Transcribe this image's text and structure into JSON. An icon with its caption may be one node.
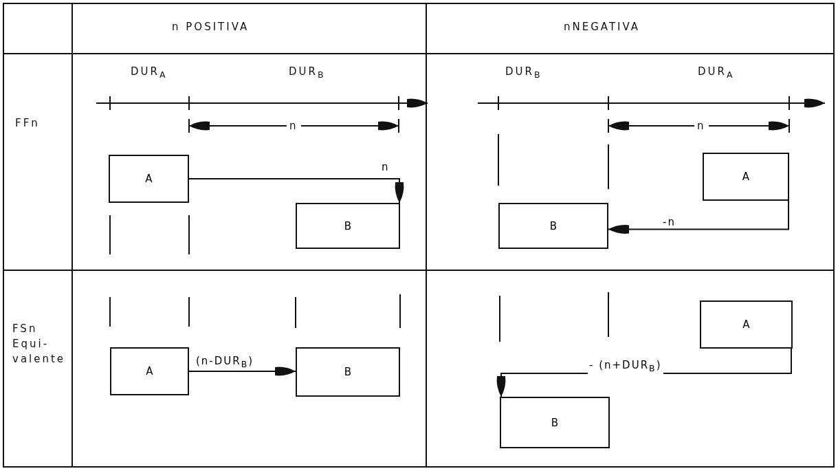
{
  "diagram": {
    "nodes": [
      {
        "text": [
          "A"
        ]
      },
      {
        "text": [
          "B"
        ]
      },
      {
        "text": [
          "A"
        ]
      },
      {
        "text": [
          "B"
        ]
      },
      {
        "text": [
          "A"
        ]
      },
      {
        "text": [
          "B"
        ]
      },
      {
        "text": [
          "A"
        ]
      },
      {
        "text": [
          "B"
        ]
      }
    ],
    "edges": [
      {
        "from": 0,
        "to": 1,
        "arrow": "to",
        "label": "n"
      },
      {
        "from": 2,
        "to": 3,
        "arrow": "to",
        "label": "-n"
      },
      {
        "from": 4,
        "to": 5,
        "arrow": "to",
        "label": "(n-DUR$_{B}$)"
      },
      {
        "from": 6,
        "to": 7,
        "arrow": "to",
        "label": "- (n+DUR$_{B}$)"
      }
    ],
    "labels": [
      "n POSITIVA",
      "nNEGATIVA",
      "FFn",
      "DUR$_{A}$",
      "DUR$_{B}$",
      "n",
      "DUR$_{B}$",
      "DUR$_{A}$",
      "n",
      "FSn Equi-valente"
    ]
  }
}
